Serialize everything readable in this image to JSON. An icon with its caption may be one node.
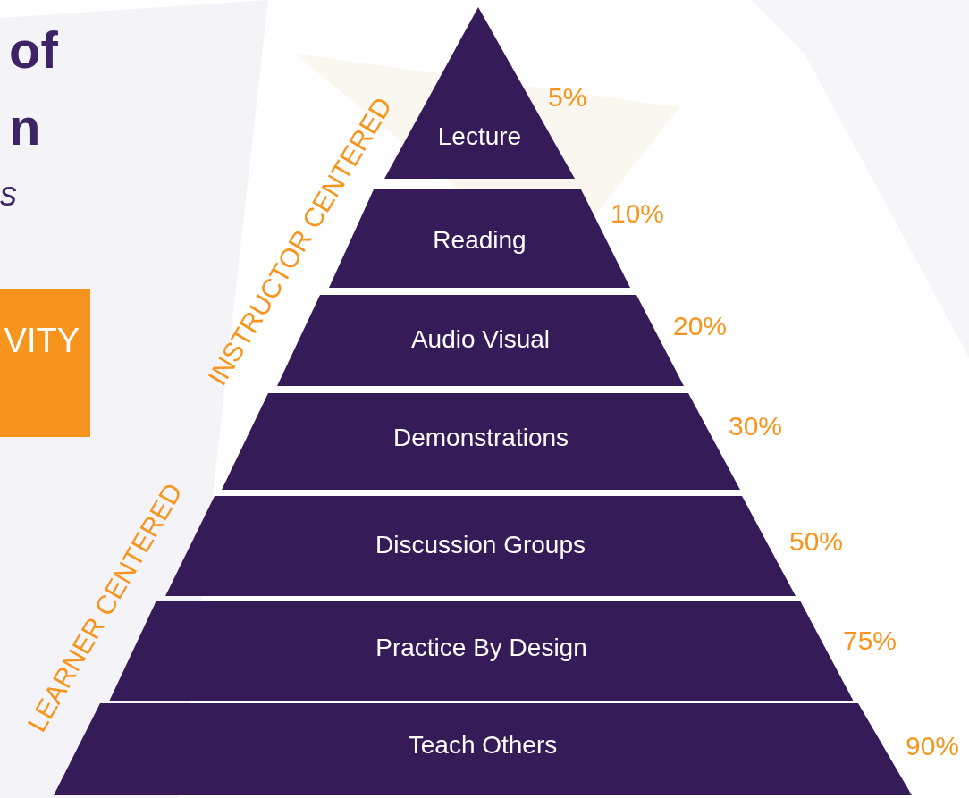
{
  "diagram": {
    "nodes": [
      {
        "text": [
          "Lecture"
        ],
        "beside": [
          "5%"
        ]
      },
      {
        "text": [
          "Reading"
        ],
        "beside": [
          "10%"
        ]
      },
      {
        "text": [
          "Audio Visual"
        ],
        "beside": [
          "20%"
        ]
      },
      {
        "text": [
          "Demonstrations"
        ],
        "beside": [
          "30%"
        ]
      },
      {
        "text": [
          "Discussion Groups"
        ],
        "beside": [
          "50%"
        ]
      },
      {
        "text": [
          "Practice By Design"
        ],
        "beside": [
          "75%"
        ]
      },
      {
        "text": [
          "Teach Others"
        ],
        "beside": [
          "90%"
        ]
      }
    ],
    "labels": [
      "of",
      "n",
      "s",
      "VITY",
      "INSTRUCTOR CENTERED",
      "LEARNER CENTERED"
    ]
  }
}
